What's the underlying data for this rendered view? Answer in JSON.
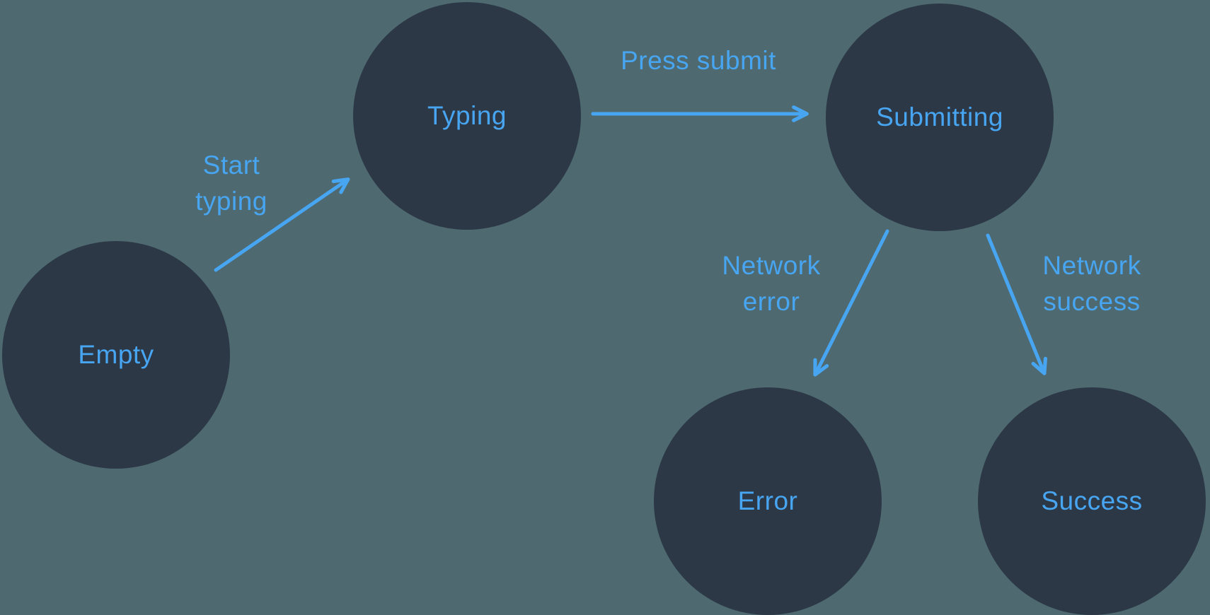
{
  "diagram": {
    "type": "state-machine",
    "colors": {
      "background": "#4e6a70",
      "node_fill": "#2c3846",
      "accent_blue": "#47a5f1"
    },
    "nodes": [
      {
        "id": "empty",
        "label": "Empty"
      },
      {
        "id": "typing",
        "label": "Typing"
      },
      {
        "id": "submitting",
        "label": "Submitting"
      },
      {
        "id": "error",
        "label": "Error"
      },
      {
        "id": "success",
        "label": "Success"
      }
    ],
    "edges": [
      {
        "from": "empty",
        "to": "typing",
        "label": "Start typing"
      },
      {
        "from": "typing",
        "to": "submitting",
        "label": "Press submit"
      },
      {
        "from": "submitting",
        "to": "error",
        "label": "Network error"
      },
      {
        "from": "submitting",
        "to": "success",
        "label": "Network success"
      }
    ]
  }
}
